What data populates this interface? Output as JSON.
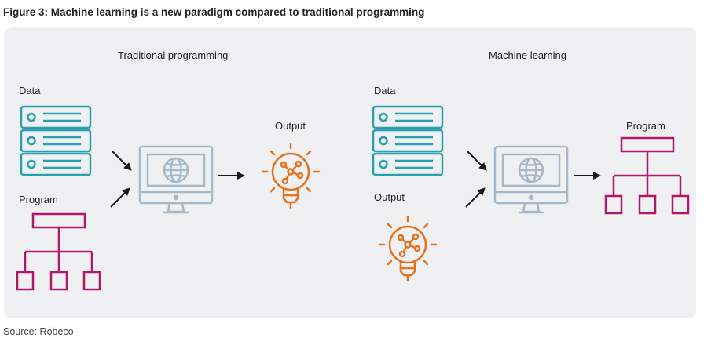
{
  "figure_title": "Figure 3: Machine learning is a new paradigm compared to traditional programming",
  "left": {
    "heading": "Traditional programming",
    "data_label": "Data",
    "program_label": "Program",
    "output_label": "Output"
  },
  "right": {
    "heading": "Machine learning",
    "data_label": "Data",
    "output_label": "Output",
    "program_label": "Program"
  },
  "source": "Source: Robeco",
  "colors": {
    "panel": "#eef0f2",
    "data_stack": "#2aa1b3",
    "computer": "#a9b8c6",
    "output_bulb": "#e3731f",
    "program_tree": "#b2176b",
    "arrow": "#1a1a1a"
  },
  "icons": {
    "data": "server-stack-icon",
    "program": "hierarchy-tree-icon",
    "computer": "monitor-globe-icon",
    "output": "lightbulb-network-icon",
    "arrow": "arrow-icon"
  }
}
